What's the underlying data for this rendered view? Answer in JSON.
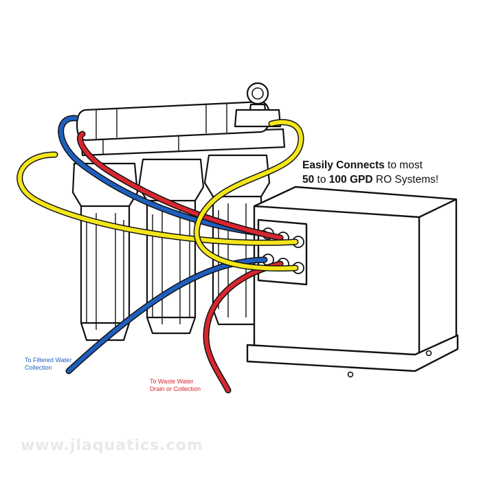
{
  "headline": {
    "line1_bold": "Easily Connects",
    "line1_rest": " to most",
    "line2_bold": "50",
    "line2_mid": " to ",
    "line2_bold2": "100 GPD",
    "line2_rest": " RO Systems!"
  },
  "callouts": {
    "filtered": {
      "line1": "To Filtered Water",
      "line2": "Collection",
      "color": "#1f5fbf"
    },
    "waste": {
      "line1": "To Waste Water",
      "line2": "Drain or Collection",
      "color": "#d8262f"
    }
  },
  "watermark": "www.jlaquatics.com",
  "tube_colors": {
    "blue": "#1f5fbf",
    "red": "#d8262f",
    "yellow": "#f4e61b"
  }
}
